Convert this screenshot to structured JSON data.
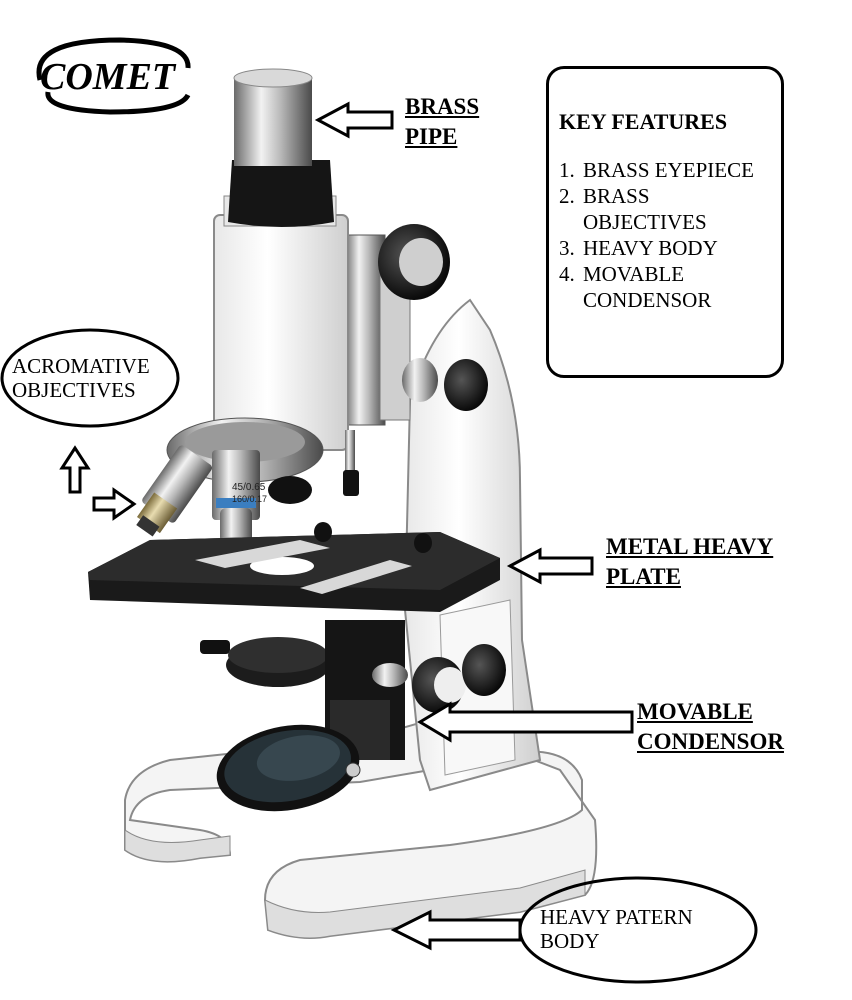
{
  "logo": {
    "text": "COMET"
  },
  "labels": {
    "brass_pipe": [
      "BRASS",
      "PIPE"
    ],
    "acromative_objectives": [
      "ACROMATIVE",
      "OBJECTIVES"
    ],
    "metal_heavy_plate": [
      "METAL HEAVY",
      "PLATE"
    ],
    "movable_condensor": [
      "MOVABLE",
      "CONDENSOR"
    ],
    "heavy_patern_body": [
      "HEAVY PATERN",
      "BODY"
    ]
  },
  "key_features": {
    "title": "KEY FEATURES",
    "items": [
      {
        "num": "1.",
        "text": "BRASS EYEPIECE"
      },
      {
        "num": "2.",
        "text": "BRASS OBJECTIVES"
      },
      {
        "num": "3.",
        "text": "HEAVY BODY"
      },
      {
        "num": "4.",
        "text": "MOVABLE CONDENSOR"
      }
    ]
  },
  "objective_markings": [
    "45/0.65",
    "160/0.17"
  ]
}
